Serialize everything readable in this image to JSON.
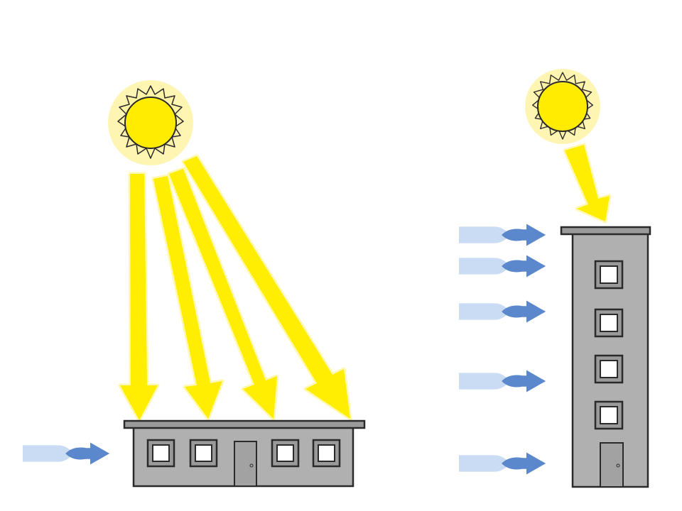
{
  "colors": {
    "background": "#ffffff",
    "sun_fill": "#ffec00",
    "sun_halo": "#fff3a6",
    "ray_fill": "#ffee00",
    "ray_halo": "#fff8b0",
    "building": "#b0b0b0",
    "building_roof": "#9a9a9a",
    "window": "#ffffff",
    "door": "#a2a2a2",
    "outline": "#2a2a2a",
    "wind_light": "#c9dcf4",
    "wind_dark": "#5b87cc"
  },
  "icons": [
    "sun-icon",
    "sun-ray-arrow",
    "wind-arrow-icon",
    "low-building",
    "tall-building"
  ]
}
